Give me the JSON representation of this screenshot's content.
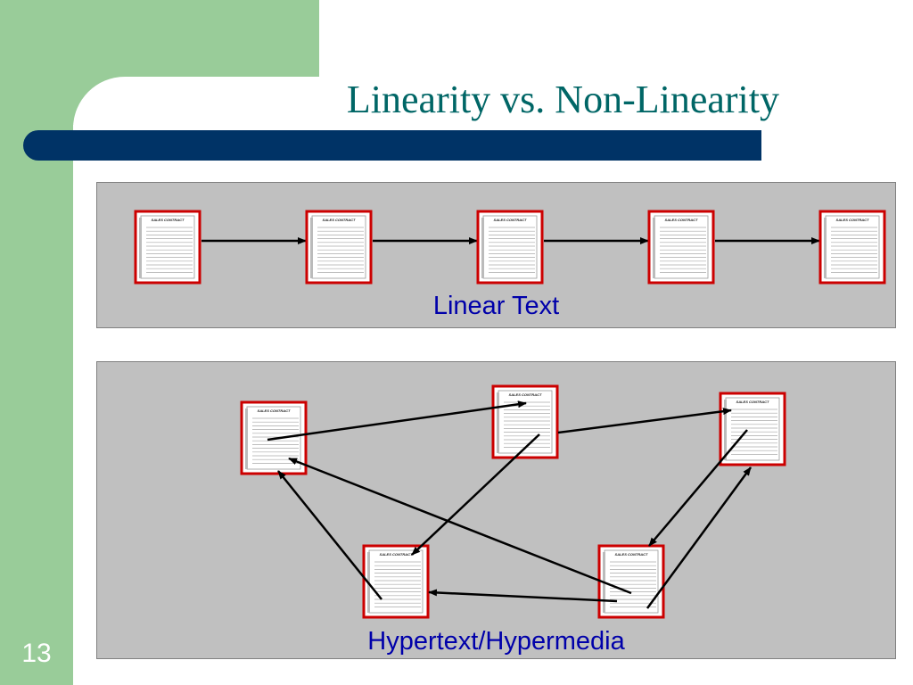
{
  "slide": {
    "title": "Linearity vs. Non-Linearity",
    "number": "13",
    "colors": {
      "sidebar": "#99cc99",
      "title_bar": "#003366",
      "title_text": "#006666",
      "caption": "#0000aa",
      "doc_border": "#cc0000",
      "panel": "#c0c0c0"
    }
  },
  "linear": {
    "caption": "Linear Text",
    "documents": [
      {
        "label": "SALES CONTRACT"
      },
      {
        "label": "SALES CONTRACT"
      },
      {
        "label": "SALES CONTRACT"
      },
      {
        "label": "SALES CONTRACT"
      },
      {
        "label": "SALES CONTRACT"
      }
    ],
    "links": [
      [
        0,
        1
      ],
      [
        1,
        2
      ],
      [
        2,
        3
      ],
      [
        3,
        4
      ]
    ]
  },
  "hyper": {
    "caption": "Hypertext/Hypermedia",
    "documents": [
      {
        "label": "SALES CONTRACT"
      },
      {
        "label": "SALES CONTRACT"
      },
      {
        "label": "SALES CONTRACT"
      },
      {
        "label": "SALES CONTRACT"
      },
      {
        "label": "SALES CONTRACT"
      }
    ],
    "links": [
      [
        0,
        1
      ],
      [
        1,
        2
      ],
      [
        1,
        3
      ],
      [
        2,
        4
      ],
      [
        4,
        2
      ],
      [
        4,
        0
      ],
      [
        4,
        3
      ],
      [
        3,
        0
      ]
    ]
  }
}
